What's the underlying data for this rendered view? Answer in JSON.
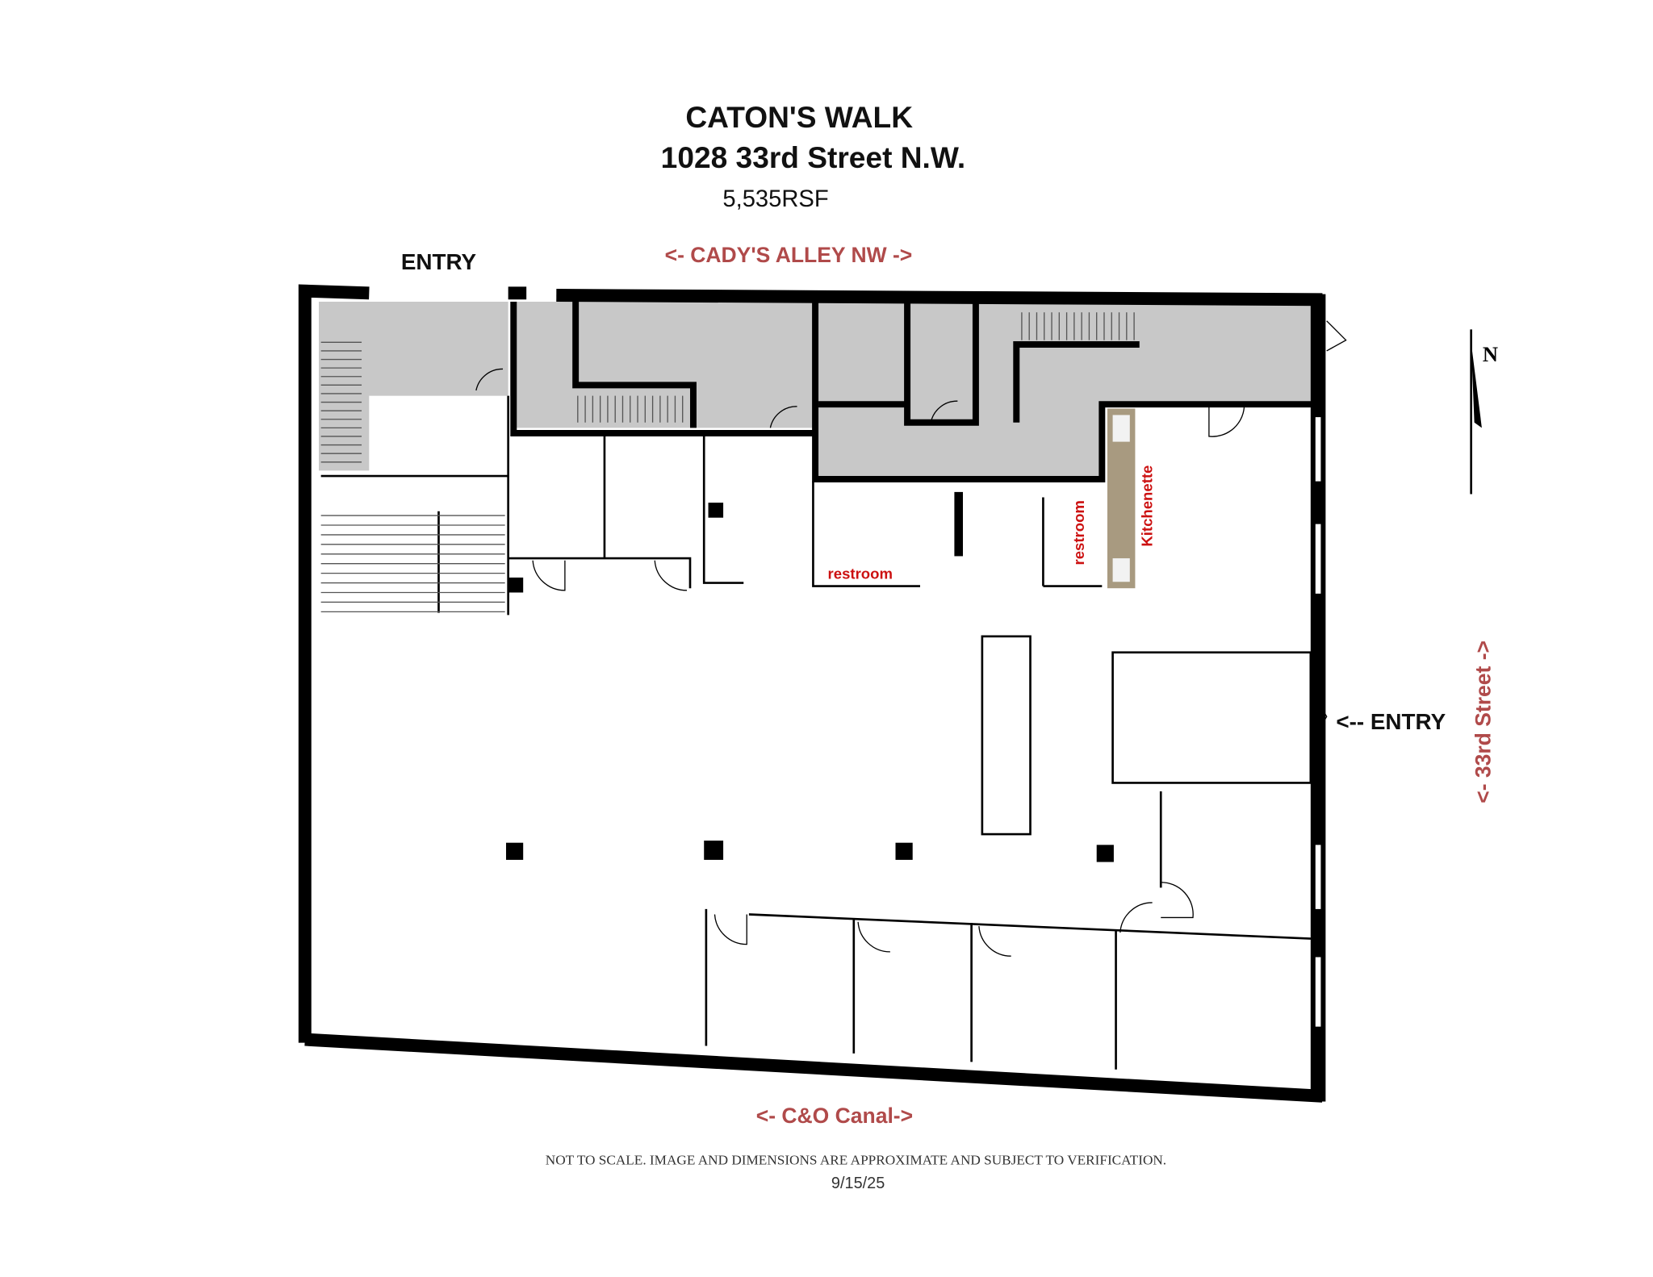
{
  "header": {
    "title": "CATON'S WALK",
    "address": "1028 33rd Street N.W.",
    "area": "5,535RSF"
  },
  "streets": {
    "north": "<- CADY'S ALLEY NW ->",
    "south": "<- C&O Canal->",
    "east": "<- 33rd Street ->"
  },
  "entries": {
    "north_entry": "ENTRY",
    "east_entry": "<-- ENTRY"
  },
  "rooms": {
    "restroom_1": "restroom",
    "restroom_2": "restroom",
    "kitchenette": "Kitchenette"
  },
  "compass": {
    "label": "N"
  },
  "footer": {
    "disclaimer": "NOT TO SCALE. IMAGE AND DIMENSIONS ARE APPROXIMATE AND SUBJECT TO VERIFICATION.",
    "date": "9/15/25"
  },
  "colors": {
    "street_label": "#b04a4a",
    "room_label": "#cc1111",
    "core_fill": "#c8c8c8",
    "wall": "#000000"
  }
}
